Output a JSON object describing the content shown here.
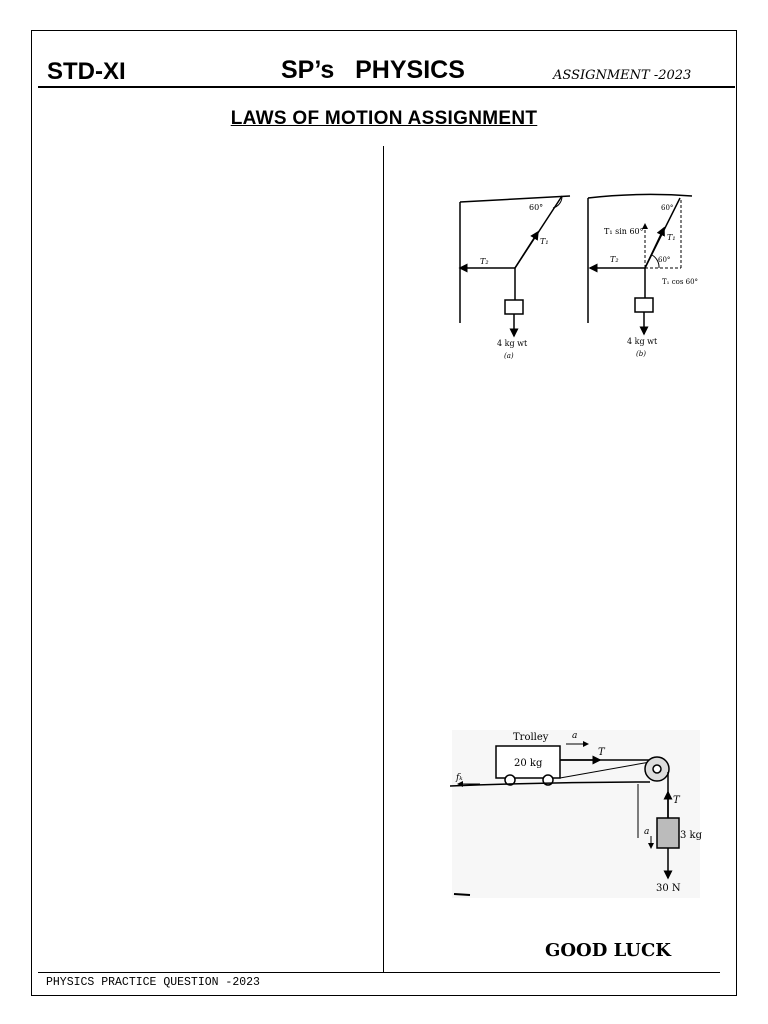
{
  "header": {
    "std": "STD-XI",
    "title": "SP’s   PHYSICS",
    "assignment": "ASSIGNMENT -2023"
  },
  "subtitle": "LAWS OF  MOTION ASSIGNMENT",
  "figure_tension": {
    "angle_a": "60°",
    "t1_a": "T₁",
    "t2_a": "T₂",
    "weight_a": "4 kg wt",
    "caption_a": "(a)",
    "angle_b_top": "60°",
    "t1_sin": "T₁ sin 60°",
    "t1_b": "T₁",
    "t2_b": "T₂",
    "angle_b_low": "60°",
    "t1_cos": "T₁ cos 60°",
    "weight_b": "4 kg wt",
    "caption_b": "(b)"
  },
  "figure_trolley": {
    "trolley_label": "Trolley",
    "accel_label": "a",
    "mass_label": "20 kg",
    "tension_top": "T",
    "friction_label": "fₖ",
    "tension_vertical": "T",
    "accel_vertical": "a",
    "hanging_mass": "3 kg",
    "weight_force": "30 N"
  },
  "good_luck": "GOOD LUCK",
  "footer": "PHYSICS PRACTICE QUESTION -2023"
}
